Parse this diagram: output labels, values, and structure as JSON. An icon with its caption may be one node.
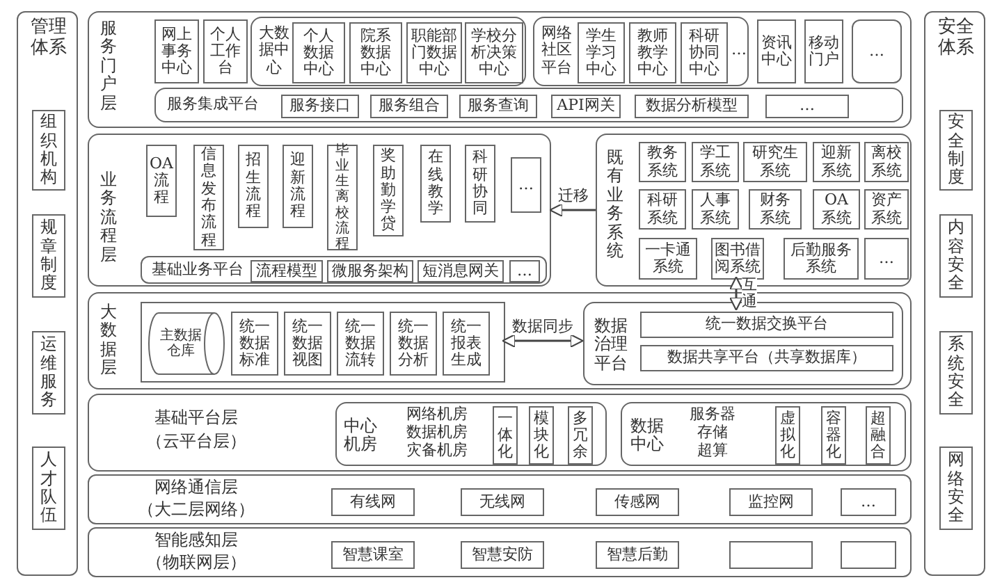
{
  "diagram": {
    "nodes": [
      {
        "text": [
          "管理体系"
        ]
      },
      {
        "text": [
          "组织机构"
        ],
        "in": 0
      },
      {
        "text": [
          "规章制度"
        ],
        "in": 0
      },
      {
        "text": [
          "运维服务"
        ],
        "in": 0
      },
      {
        "text": [
          "人才队伍"
        ],
        "in": 0
      },
      {
        "text": [
          "服务门户层"
        ]
      },
      {
        "text": [
          "网上事务中心"
        ],
        "in": 5
      },
      {
        "text": [
          "个人工作台"
        ],
        "in": 5
      },
      {
        "text": [
          "大数据中心"
        ],
        "in": 5
      },
      {
        "text": [
          "个人数据中心"
        ],
        "in": 8
      },
      {
        "text": [
          "院系数据中心"
        ],
        "in": 8
      },
      {
        "text": [
          "职能部门数据中心"
        ],
        "in": 8
      },
      {
        "text": [
          "学校分析决策中心"
        ],
        "in": 8
      },
      {
        "text": [
          "网络社区平台",
          "…"
        ],
        "in": 5
      },
      {
        "text": [
          "学生学习中心"
        ],
        "in": 13
      },
      {
        "text": [
          "教师教学中心"
        ],
        "in": 13
      },
      {
        "text": [
          "科研协同中心"
        ],
        "in": 13
      },
      {
        "text": [
          "资讯中心"
        ],
        "in": 5
      },
      {
        "text": [
          "移动门户"
        ],
        "in": 5
      },
      {
        "text": [
          "…"
        ],
        "in": 5
      },
      {
        "text": [
          "服务集成平台"
        ],
        "in": 5
      },
      {
        "text": [
          "服务接口"
        ],
        "in": 20
      },
      {
        "text": [
          "服务组合"
        ],
        "in": 20
      },
      {
        "text": [
          "服务查询"
        ],
        "in": 20
      },
      {
        "text": [
          "API网关"
        ],
        "in": 20
      },
      {
        "text": [
          "数据分析模型"
        ],
        "in": 20
      },
      {
        "text": [
          "…"
        ],
        "in": 20
      },
      {
        "text": [
          "业务流程层"
        ]
      },
      {
        "text": [
          "OA流程"
        ],
        "in": 27
      },
      {
        "text": [
          "信息发布流程"
        ],
        "in": 27
      },
      {
        "text": [
          "招生流程"
        ],
        "in": 27
      },
      {
        "text": [
          "迎新流程"
        ],
        "in": 27
      },
      {
        "text": [
          "毕业生离校流程"
        ],
        "in": 27
      },
      {
        "text": [
          "奖助勤学贷"
        ],
        "in": 27
      },
      {
        "text": [
          "在线教学"
        ],
        "in": 27
      },
      {
        "text": [
          "科研协同"
        ],
        "in": 27
      },
      {
        "text": [
          "…"
        ],
        "in": 27
      },
      {
        "text": [
          "基础业务平台"
        ],
        "in": 27
      },
      {
        "text": [
          "流程模型"
        ],
        "in": 37
      },
      {
        "text": [
          "微服务架构"
        ],
        "in": 37
      },
      {
        "text": [
          "短消息网关"
        ],
        "in": 37
      },
      {
        "text": [
          "…"
        ],
        "in": 37
      },
      {
        "text": [
          "既有业务系统"
        ]
      },
      {
        "text": [
          "教务系统"
        ],
        "in": 42
      },
      {
        "text": [
          "学工系统"
        ],
        "in": 42
      },
      {
        "text": [
          "研究生系统"
        ],
        "in": 42
      },
      {
        "text": [
          "迎新系统"
        ],
        "in": 42
      },
      {
        "text": [
          "离校系统"
        ],
        "in": 42
      },
      {
        "text": [
          "科研系统"
        ],
        "in": 42
      },
      {
        "text": [
          "人事系统"
        ],
        "in": 42
      },
      {
        "text": [
          "财务系统"
        ],
        "in": 42
      },
      {
        "text": [
          "OA系统"
        ],
        "in": 42
      },
      {
        "text": [
          "资产系统"
        ],
        "in": 42
      },
      {
        "text": [
          "一卡通系统"
        ],
        "in": 42
      },
      {
        "text": [
          "图书借阅系统"
        ],
        "in": 42
      },
      {
        "text": [
          "后勤服务系统"
        ],
        "in": 42
      },
      {
        "text": [
          "…"
        ],
        "in": 42
      },
      {
        "text": [
          "大数据层"
        ]
      },
      {
        "text": [],
        "shape": "box",
        "in": 57
      },
      {
        "text": [
          "主数据仓库"
        ],
        "in": 58
      },
      {
        "text": [
          "统一数据标准"
        ],
        "in": 58
      },
      {
        "text": [
          "统一数据视图"
        ],
        "in": 58
      },
      {
        "text": [
          "统一数据流转"
        ],
        "in": 58
      },
      {
        "text": [
          "统一数据分析"
        ],
        "in": 58
      },
      {
        "text": [
          "统一报表生成"
        ],
        "in": 58
      },
      {
        "text": [
          "数据治理平台"
        ],
        "in": 57
      },
      {
        "text": [
          "统一数据交换平台"
        ],
        "in": 65
      },
      {
        "text": [
          "数据共享平台（共享数据库）"
        ],
        "in": 65
      },
      {
        "text": [
          "基础平台层",
          "（云平台层）"
        ]
      },
      {
        "text": [
          "中心机房",
          "网络机房",
          "数据机房",
          "灾备机房"
        ],
        "in": 68
      },
      {
        "text": [
          "一体化"
        ],
        "in": 69
      },
      {
        "text": [
          "模块化"
        ],
        "in": 69
      },
      {
        "text": [
          "多冗余"
        ],
        "in": 69
      },
      {
        "text": [
          "数据中心",
          "服务器",
          "存储",
          "超算"
        ],
        "in": 68
      },
      {
        "text": [
          "虚拟化"
        ],
        "in": 73
      },
      {
        "text": [
          "容器化"
        ],
        "in": 73
      },
      {
        "text": [
          "超融合"
        ],
        "in": 73
      },
      {
        "text": [
          "网络通信层",
          "（大二层网络）"
        ]
      },
      {
        "text": [
          "有线网"
        ],
        "in": 77
      },
      {
        "text": [
          "无线网"
        ],
        "in": 77
      },
      {
        "text": [
          "传感网"
        ],
        "in": 77
      },
      {
        "text": [
          "监控网"
        ],
        "in": 77
      },
      {
        "text": [
          "…"
        ],
        "in": 77
      },
      {
        "text": [
          "智能感知层",
          "（物联网层）"
        ]
      },
      {
        "text": [
          "智慧课室"
        ],
        "in": 83
      },
      {
        "text": [
          "智慧安防"
        ],
        "in": 83
      },
      {
        "text": [
          "智慧后勤"
        ],
        "in": 83
      },
      {
        "text": [],
        "shape": "box",
        "in": 83
      },
      {
        "text": [],
        "shape": "box",
        "in": 83
      },
      {
        "text": [
          "安全体系"
        ]
      },
      {
        "text": [
          "安全制度"
        ],
        "in": 89
      },
      {
        "text": [
          "内容安全"
        ],
        "in": 89
      },
      {
        "text": [
          "系统安全"
        ],
        "in": 89
      },
      {
        "text": [
          "网络安全"
        ],
        "in": 89
      }
    ],
    "edges": [
      {
        "from": 42,
        "to": 27,
        "arrow": "to",
        "label": "迁移"
      },
      {
        "from": 58,
        "to": 65,
        "arrow": "both",
        "label": "数据同步"
      },
      {
        "from": 54,
        "to": 66,
        "arrow": "both",
        "label": "互通"
      }
    ]
  }
}
